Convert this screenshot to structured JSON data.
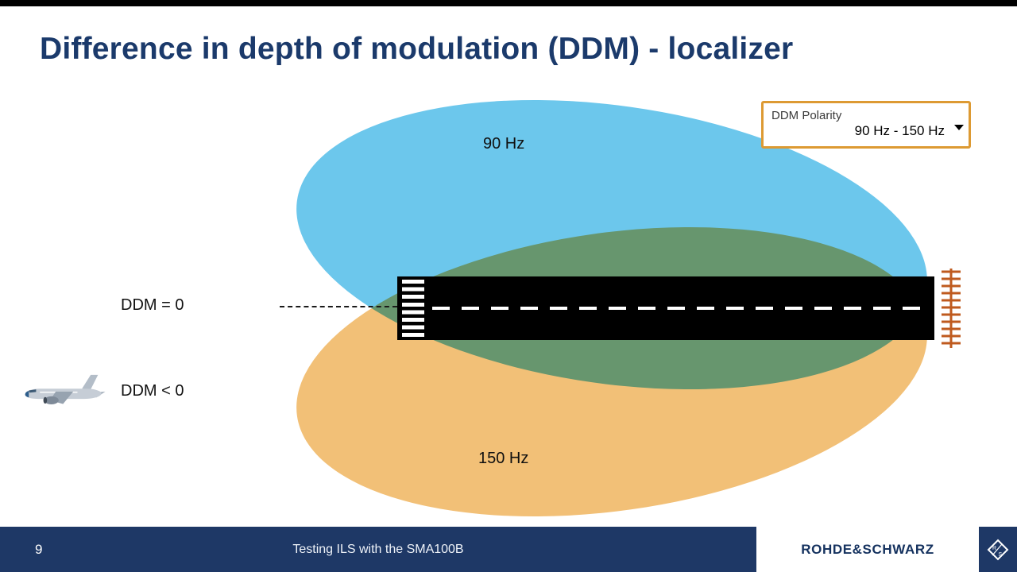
{
  "slide": {
    "title": "Difference in depth of modulation (DDM) - localizer"
  },
  "diagram": {
    "labels": {
      "lobe90": "90 Hz",
      "lobe150": "150 Hz",
      "ddm_zero": "DDM = 0",
      "ddm_negative": "DDM < 0"
    },
    "colors": {
      "lobe90_fill": "#6cc7ec",
      "lobe150_fill": "#f2c077",
      "runway": "#000000",
      "antenna": "#bf5a1e",
      "title_text": "#1b3a6b"
    },
    "icons": {
      "airplane": "airplane-side-view-icon",
      "antenna": "localizer-antenna-array-icon"
    }
  },
  "ddm_polarity_control": {
    "label": "DDM Polarity",
    "value": "90 Hz - 150 Hz",
    "border_color": "#dd9a33"
  },
  "footer": {
    "page_number": "9",
    "caption": "Testing ILS with the SMA100B",
    "brand": "ROHDE&SCHWARZ",
    "bg_color": "#1e3866"
  }
}
